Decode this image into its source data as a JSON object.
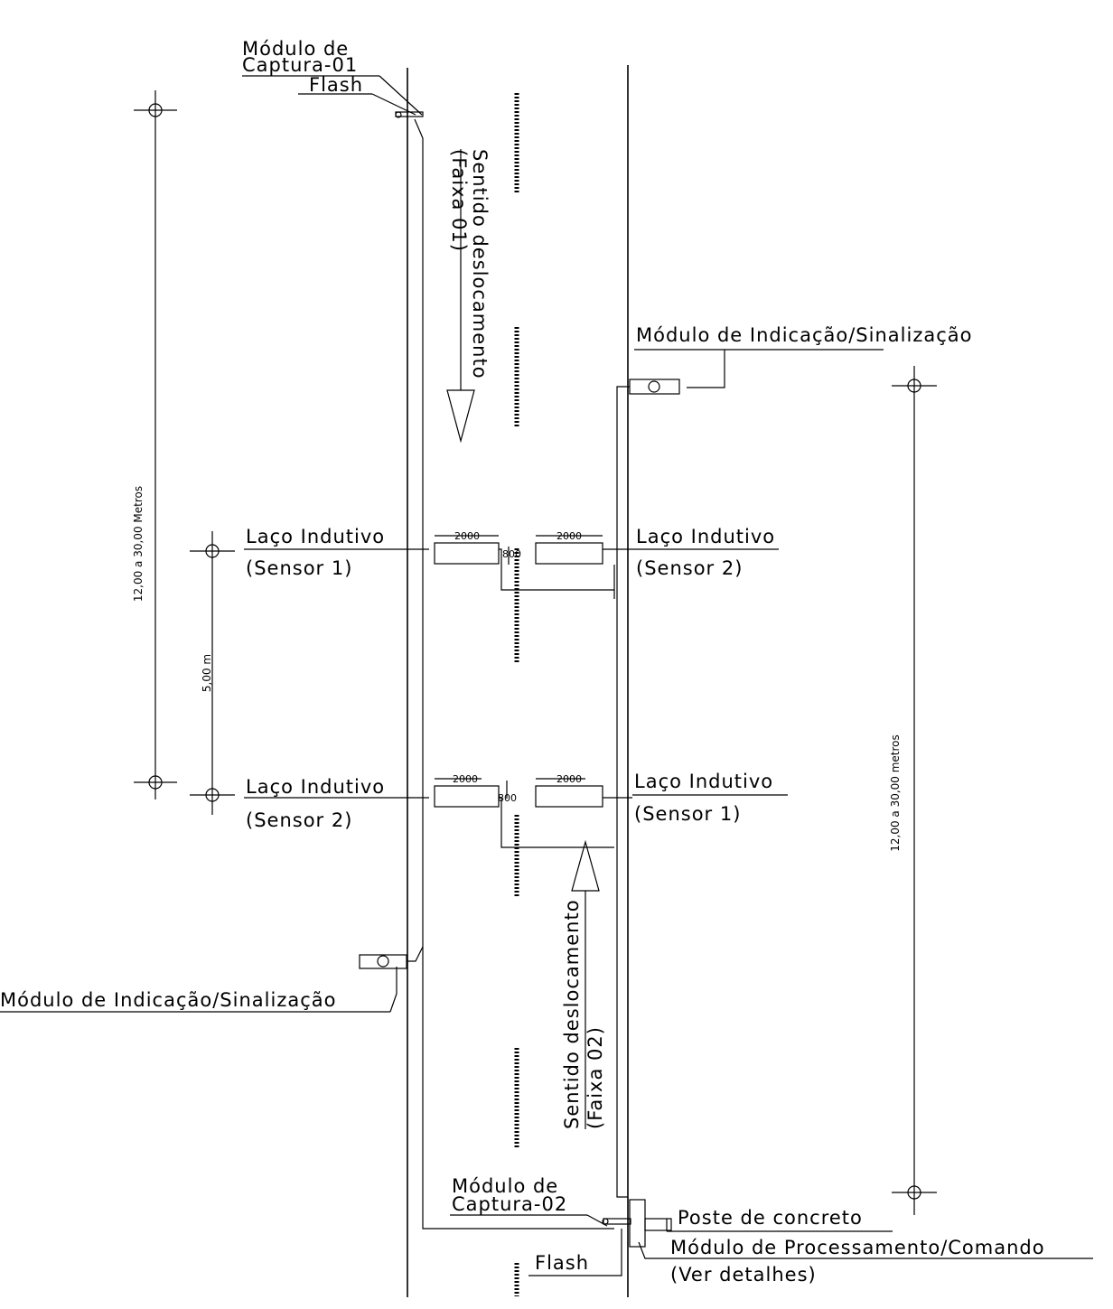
{
  "labels": {
    "capture_01": [
      "Módulo de",
      "Captura-01"
    ],
    "flash_top": "Flash",
    "direction_lane_01": [
      "Sentido deslocamento",
      "(Faixa 01)"
    ],
    "indication_right": "Módulo de Indicação/Sinalização",
    "indication_left": "Módulo de Indicação/Sinalização",
    "loop_left_top": [
      "Laço Indutivo",
      "(Sensor 1)"
    ],
    "loop_right_top": [
      "Laço Indutivo",
      "(Sensor 2)"
    ],
    "loop_left_bottom": [
      "Laço Indutivo",
      "(Sensor 2)"
    ],
    "loop_right_bottom": [
      "Laço Indutivo",
      "(Sensor 1)"
    ],
    "direction_lane_02": [
      "Sentido deslocamento",
      "(Faixa 02)"
    ],
    "capture_02": [
      "Módulo de",
      "Captura-02"
    ],
    "concrete_pole": "Poste de concreto",
    "flash_bottom": "Flash",
    "processing_module": [
      "Módulo de Processamento/Comando",
      "(Ver detalhes)"
    ]
  },
  "dimensions": {
    "left_span": "12,00 a 30,00 Metros",
    "loop_spacing": "5,00 m",
    "right_span": "12,00 a 30,00 metros",
    "loop_length": "2000",
    "loop_gap": "800"
  }
}
